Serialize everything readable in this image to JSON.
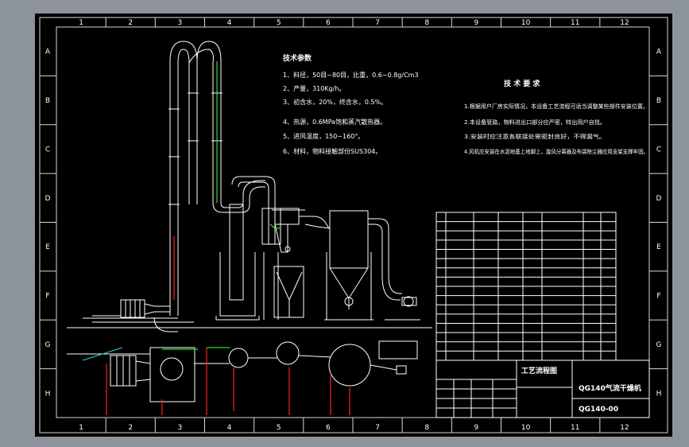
{
  "columns": [
    "1",
    "2",
    "3",
    "4",
    "5",
    "6",
    "7",
    "8",
    "9",
    "10",
    "11",
    "12"
  ],
  "rows": [
    "A",
    "B",
    "C",
    "D",
    "E",
    "F",
    "G",
    "H"
  ],
  "params": {
    "heading": "技术参数",
    "lines": [
      "1、料径，50目~80目，比重，0.6~0.8g/Cm3",
      "2、产量，310Kg/h。",
      "3、初含水，20%，终含水，0.5%。",
      "4、热源，0.6MPa饱和蒸汽散热器。",
      "5、进风温度，150~160°。",
      "6、材料，物料接触部份SUS304。"
    ]
  },
  "requirements": {
    "heading": "技 术 要 求",
    "lines": [
      "1.根据用户厂房实际情况，本设备工艺流程可适当调整某些部件安装位置。",
      "2.本设备管路，物料进出口部分应严密，特出用户自找。",
      "3.安装时应注意各联接处需密封良好，不得漏气。",
      "4.风机应安装在水泥地基上地脚上，旋风分离器及布袋除尘器应用支架支撑牢固。"
    ]
  },
  "title_block": {
    "flow_label": "工艺流程图",
    "product": "QG140气流干燥机",
    "drawing_no": "QG140-00"
  }
}
